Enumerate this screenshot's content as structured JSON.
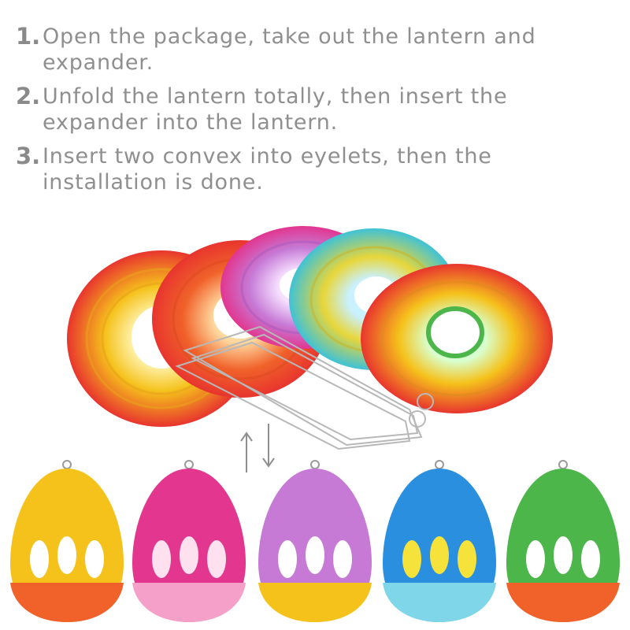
{
  "instructions": [
    {
      "number": "1.",
      "text": "Open the package, take out the lantern and expander."
    },
    {
      "number": "2.",
      "text": "Unfold the lantern totally, then insert the expander into the lantern."
    },
    {
      "number": "3.",
      "text": "Insert two convex into eyelets, then the installation is done."
    }
  ],
  "colors": {
    "text": "#8f8f8f",
    "yellow": "#f5c21b",
    "orange": "#f0622a",
    "pink": "#e2368f",
    "purple": "#c67ad6",
    "blue": "#2b8fe0",
    "green": "#4cb64a",
    "teal": "#3fc2d6",
    "red": "#e8352e"
  },
  "icons": [
    "up-down-arrows-icon",
    "wire-expander-icon"
  ]
}
